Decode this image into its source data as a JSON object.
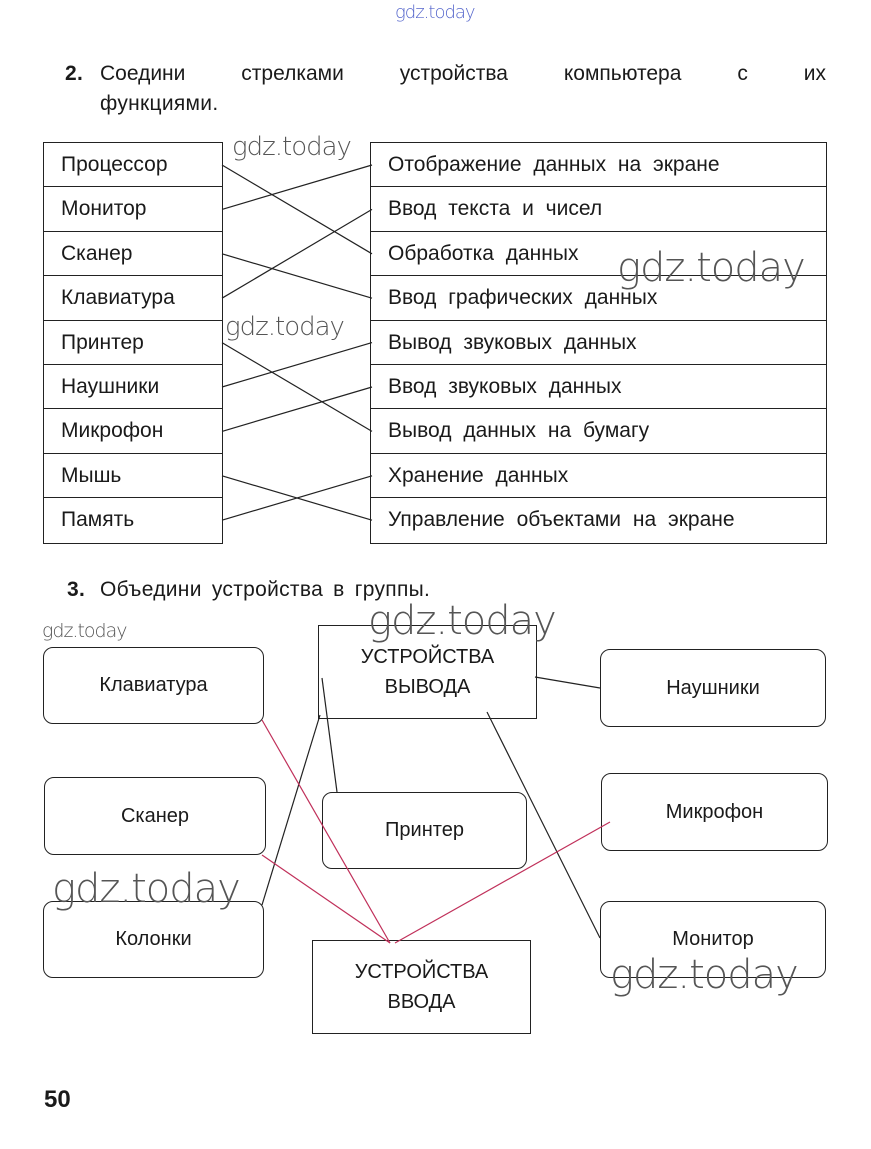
{
  "watermark": "gdz.today",
  "task2": {
    "number": "2.",
    "text_line1": "Соедини стрелками устройства компьютера с их",
    "text_line2": "функциями.",
    "devices": [
      "Процессор",
      "Монитор",
      "Сканер",
      "Клавиатура",
      "Принтер",
      "Наушники",
      "Микрофон",
      "Мышь",
      "Память"
    ],
    "functions": [
      "Отображение данных на экране",
      "Ввод текста и чисел",
      "Обработка данных",
      "Ввод графических данных",
      "Вывод звуковых данных",
      "Ввод звуковых данных",
      "Вывод данных на бумагу",
      "Хранение данных",
      "Управление объектами на экране"
    ],
    "connections": [
      [
        0,
        2
      ],
      [
        1,
        0
      ],
      [
        2,
        3
      ],
      [
        3,
        1
      ],
      [
        4,
        6
      ],
      [
        5,
        4
      ],
      [
        6,
        5
      ],
      [
        7,
        8
      ],
      [
        8,
        7
      ]
    ]
  },
  "task3": {
    "number": "3.",
    "text": "Объедини устройства в группы.",
    "output_group": "УСТРОЙСТВА ВЫВОДА",
    "input_group": "УСТРОЙСТВА ВВОДА",
    "devices": {
      "keyboard": "Клавиатура",
      "scanner": "Сканер",
      "speakers": "Колонки",
      "printer": "Принтер",
      "headphones": "Наушники",
      "microphone": "Микрофон",
      "monitor": "Монитор"
    },
    "line_colors": {
      "output": "#222222",
      "input": "#c0305a"
    }
  },
  "page_number": "50"
}
